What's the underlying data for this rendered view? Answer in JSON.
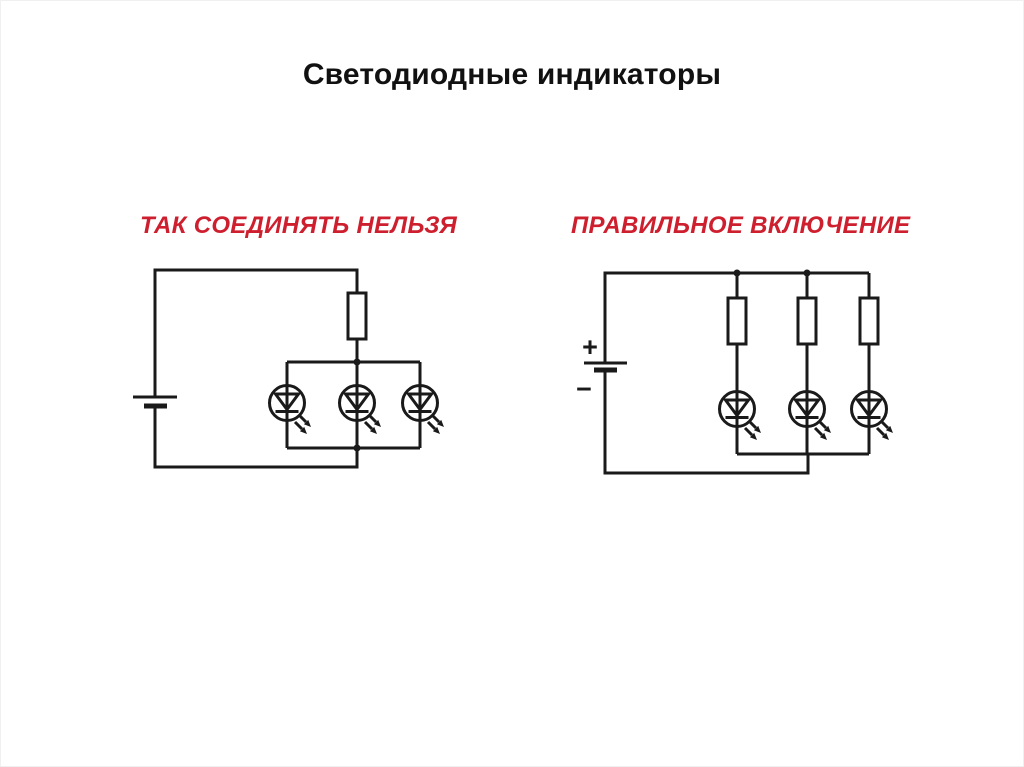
{
  "page": {
    "title": "Светодиодные индикаторы"
  },
  "colors": {
    "page_bg": "#ffffff",
    "title_black": "#111111",
    "label_red": "#ce1f2e",
    "line": "#1a1a1a"
  },
  "diagrams": {
    "wrong": {
      "label": "ТАК СОЕДИНЯТЬ НЕЛЬЗЯ",
      "components": {
        "batteries": 1,
        "resistors": 1,
        "leds": 3
      }
    },
    "correct": {
      "label": "ПРАВИЛЬНОЕ ВКЛЮЧЕНИЕ",
      "battery_plus": "+",
      "battery_minus": "−",
      "components": {
        "batteries": 1,
        "resistors": 3,
        "leds": 3
      }
    }
  }
}
